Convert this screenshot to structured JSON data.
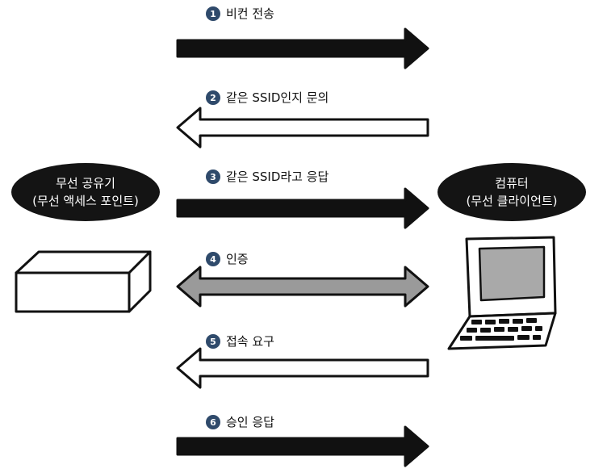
{
  "colors": {
    "ink": "#111111",
    "badge": "#2f4a6b",
    "auth_fill": "#9a9a9a",
    "screen": "#a9a9a9",
    "bubble": "#141414",
    "paper": "#ffffff"
  },
  "nodes": {
    "router": {
      "line1": "무선 공유기",
      "line2": "(무선 액세스 포인트)"
    },
    "computer": {
      "line1": "컴퓨터",
      "line2": "(무선 클라이언트)"
    }
  },
  "steps": [
    {
      "num": "1",
      "label": "비컨 전송",
      "direction": "right",
      "style": "filled-black"
    },
    {
      "num": "2",
      "label": "같은 SSID인지 문의",
      "direction": "left",
      "style": "outline"
    },
    {
      "num": "3",
      "label": "같은 SSID라고 응답",
      "direction": "right",
      "style": "filled-black"
    },
    {
      "num": "4",
      "label": "인증",
      "direction": "both",
      "style": "filled-gray"
    },
    {
      "num": "5",
      "label": "접속 요구",
      "direction": "left",
      "style": "outline"
    },
    {
      "num": "6",
      "label": "승인 응답",
      "direction": "right",
      "style": "filled-black"
    }
  ]
}
